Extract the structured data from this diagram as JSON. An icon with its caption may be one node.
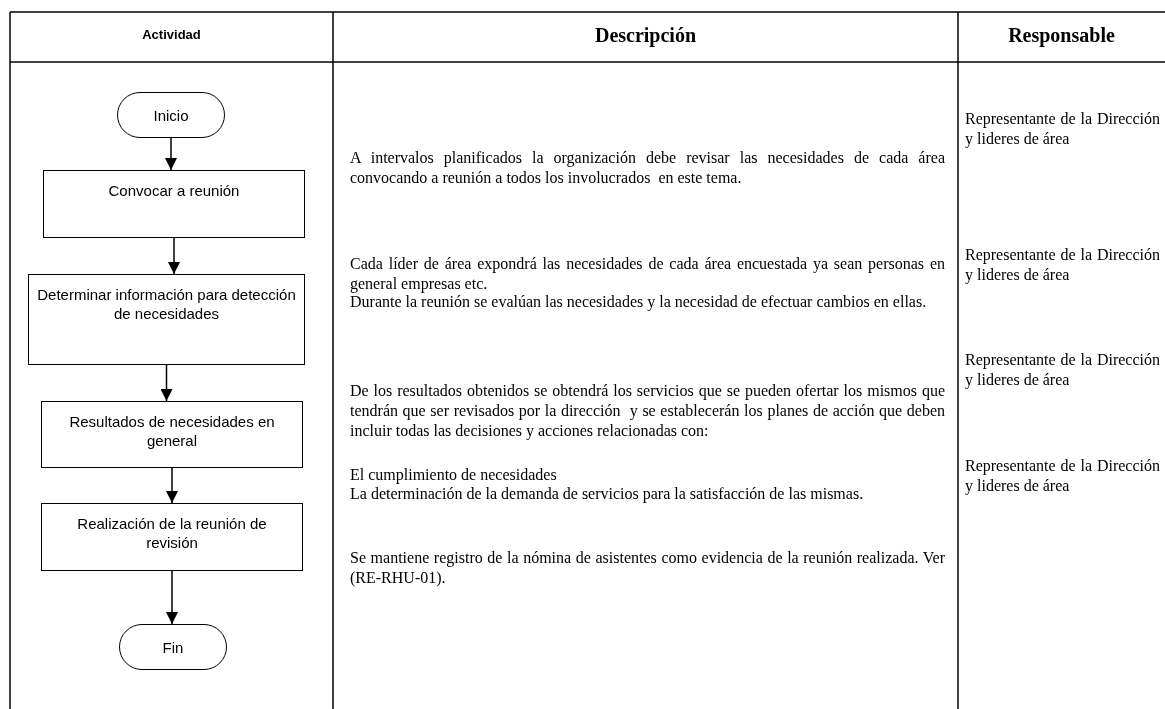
{
  "diagram": {
    "nodes": [
      {
        "text": [
          "Inicio"
        ]
      },
      {
        "text": [
          "Convocar a reunión"
        ]
      },
      {
        "text": [
          "Determinar información para detección de necesidades"
        ]
      },
      {
        "text": [
          "Resultados de necesidades en general"
        ]
      },
      {
        "text": [
          "Realización de la reunión de revisión"
        ]
      },
      {
        "text": [
          "Fin"
        ]
      }
    ],
    "edges": [
      {
        "from": 0,
        "to": 1,
        "arrow": "to"
      },
      {
        "from": 1,
        "to": 2,
        "arrow": "to"
      },
      {
        "from": 2,
        "to": 3,
        "arrow": "to"
      },
      {
        "from": 3,
        "to": 4,
        "arrow": "to"
      },
      {
        "from": 4,
        "to": 5,
        "arrow": "to"
      }
    ],
    "labels": [
      "Actividad",
      "Descripción",
      "Responsable",
      "Representante de la Dirección y lideres de área",
      "A intervalos planificados la organización debe revisar las necesidades de cada área convocando a reunión a todos los involucrados  en este tema.",
      "Cada líder de área expondrá las necesidades de cada área encuestada ya sean personas en general empresas etc.",
      "Representante de la Dirección y lideres de área",
      "Durante la reunión se evalúan las necesidades y la necesidad de efectuar cambios en ellas.",
      "De los resultados obtenidos se obtendrá los servicios que se pueden ofertar los mismos que tendrán que ser revisados por la dirección  y se establecerán los planes de acción que deben incluir todas las decisiones y acciones relacionadas con:",
      "Representante de la Dirección y lideres de área",
      "El cumplimiento de necesidades",
      "Representante de la Dirección y lideres de área",
      "La determinación de la demanda de servicios para la satisfacción de las mismas.",
      "Se mantiene registro de la nómina de asistentes como evidencia de la reunión realizada. Ver (RE-RHU-01)."
    ]
  }
}
